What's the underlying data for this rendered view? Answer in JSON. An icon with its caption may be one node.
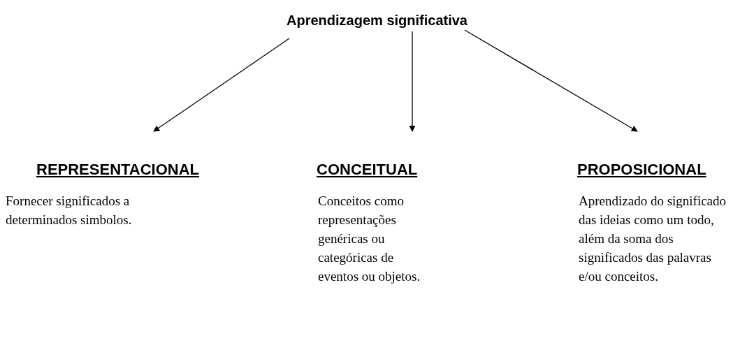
{
  "diagram": {
    "nodes": [
      {
        "text": [
          "Aprendizagem significativa"
        ]
      },
      {
        "text": [
          "REPRESENTACIONAL",
          "Fornecer significados a determinados simbolos."
        ]
      },
      {
        "text": [
          "CONCEITUAL",
          "Conceitos como representações genéricas ou categóricas de eventos ou objetos."
        ]
      },
      {
        "text": [
          "PROPOSICIONAL",
          "Aprendizado do significado das ideias como um todo, além da soma dos significados das palavras e/ou conceitos."
        ]
      }
    ],
    "edges": [
      {
        "from": 0,
        "to": 1,
        "arrow": "to"
      },
      {
        "from": 0,
        "to": 2,
        "arrow": "to"
      },
      {
        "from": 0,
        "to": 3,
        "arrow": "to"
      }
    ]
  }
}
